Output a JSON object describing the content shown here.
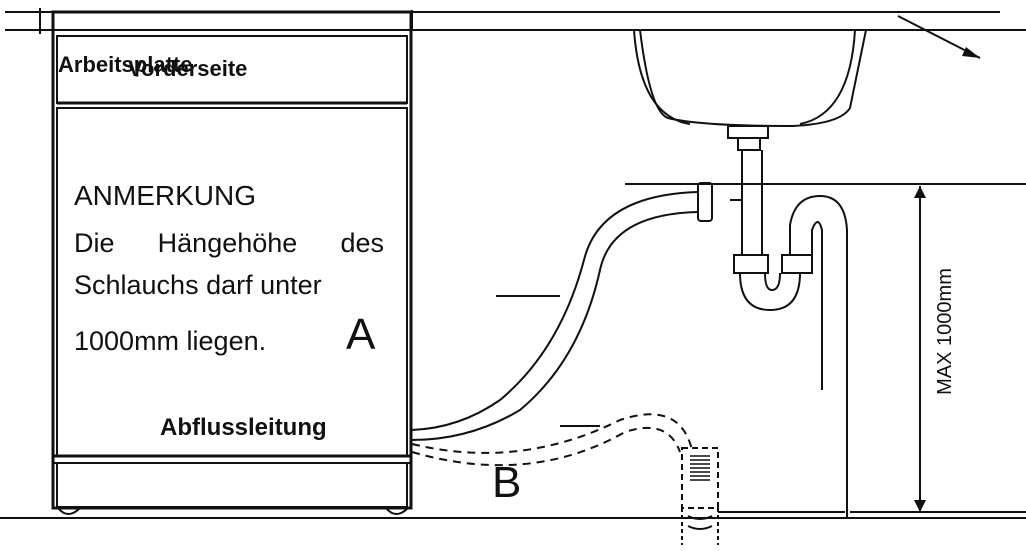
{
  "labels": {
    "countertop": "Arbeitsplatte",
    "front": "Vorderseite",
    "note_title": "ANMERKUNG",
    "note_line1": "Die Hängehöhe des",
    "note_line2": "Schlauchs darf unter",
    "note_line3": "1000mm liegen.",
    "marker_a": "A",
    "marker_b": "B",
    "drain_line": "Abflussleitung",
    "max_height": "MAX 1000mm"
  },
  "colors": {
    "line": "#111111",
    "background": "#ffffff"
  }
}
